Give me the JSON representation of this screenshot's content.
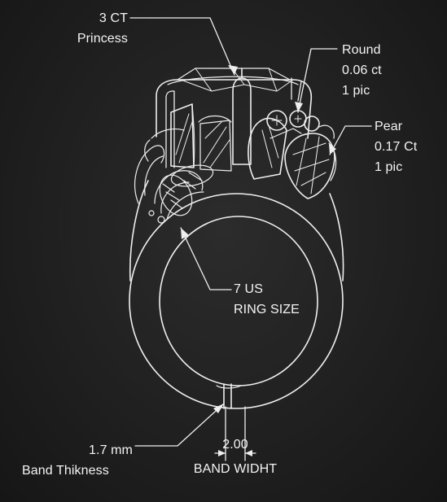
{
  "colors": {
    "background": "#1e1e1e",
    "chalk": "#f2f2f2"
  },
  "labels": {
    "center_stone": {
      "carat": "3 CT",
      "cut": "Princess"
    },
    "round_stones": {
      "cut": "Round",
      "carat": "0.06 ct",
      "count": "1 pic"
    },
    "pear_stones": {
      "cut": "Pear",
      "carat": "0.17 Ct",
      "count": "1 pic"
    },
    "ring_size": {
      "size": "7 US",
      "title": "RING SIZE"
    },
    "band_thickness": {
      "value": "1.7 mm",
      "title": "Band Thikness"
    },
    "band_width": {
      "value": "2.00",
      "title": "BAND WIDHT"
    }
  }
}
